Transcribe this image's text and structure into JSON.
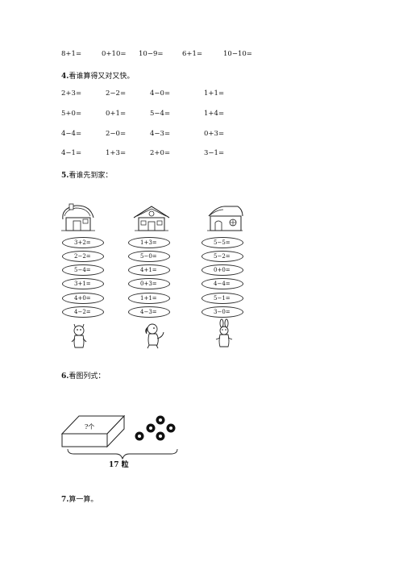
{
  "row_top": [
    "8+1=",
    "0+10=",
    "10−9=",
    "6+1=",
    "10−10="
  ],
  "q4": {
    "number": "4.",
    "text": "看谁算得又对又快。",
    "rows": [
      [
        "2+3=",
        "2−2=",
        "4−0=",
        "1+1="
      ],
      [
        "5+0=",
        "0+1=",
        "5−4=",
        "1+4="
      ],
      [
        "4−4=",
        "2−0=",
        "4−3=",
        "0+3="
      ],
      [
        "4−1=",
        "1+3=",
        "2+0=",
        "3−1="
      ]
    ]
  },
  "q5": {
    "number": "5.",
    "text": "看谁先到家：",
    "columns": [
      {
        "house": "house-icon",
        "animal": "cat-icon",
        "items": [
          "3+2=",
          "2−2=",
          "5−4=",
          "3+1=",
          "4+0=",
          "4−2="
        ]
      },
      {
        "house": "house-icon",
        "animal": "dog-icon",
        "items": [
          "1+3=",
          "5−0=",
          "4+1=",
          "0+3=",
          "1+1=",
          "4−3="
        ]
      },
      {
        "house": "house-icon",
        "animal": "rabbit-icon",
        "items": [
          "5−5=",
          "5−2=",
          "0+0=",
          "4−4=",
          "5−1=",
          "3−0="
        ]
      }
    ]
  },
  "q6": {
    "number": "6.",
    "text": "看图列式：",
    "box_label": "?个",
    "total_label": "17 粒"
  },
  "q7": {
    "number": "7.",
    "text": "算一算。"
  }
}
